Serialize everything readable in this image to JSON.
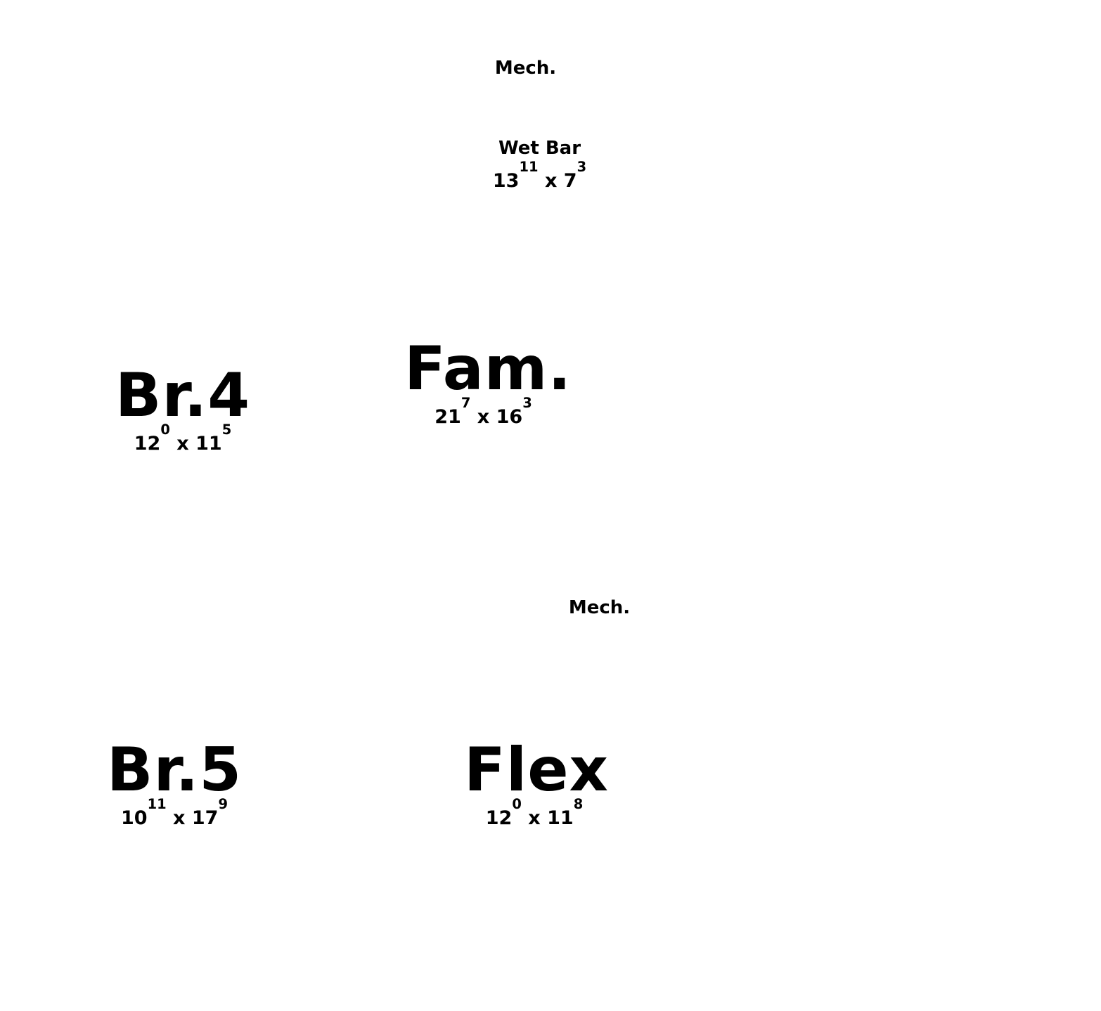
{
  "rooms": [
    {
      "name": "Mech."
    },
    {
      "name": "Wet Bar",
      "dim1": "13",
      "dim1_inches": "11",
      "sep": "x",
      "dim2": "7",
      "dim2_inches": "3"
    },
    {
      "name": "Br.4",
      "dim1": "12",
      "dim1_inches": "0",
      "sep": "x",
      "dim2": "11",
      "dim2_inches": "5"
    },
    {
      "name": "Fam.",
      "dim1": "21",
      "dim1_inches": "7",
      "sep": "x",
      "dim2": "16",
      "dim2_inches": "3"
    },
    {
      "name": "Mech."
    },
    {
      "name": "Br.5",
      "dim1": "10",
      "dim1_inches": "11",
      "sep": "x",
      "dim2": "17",
      "dim2_inches": "9"
    },
    {
      "name": "Flex",
      "dim1": "12",
      "dim1_inches": "0",
      "sep": "x",
      "dim2": "11",
      "dim2_inches": "8"
    }
  ]
}
